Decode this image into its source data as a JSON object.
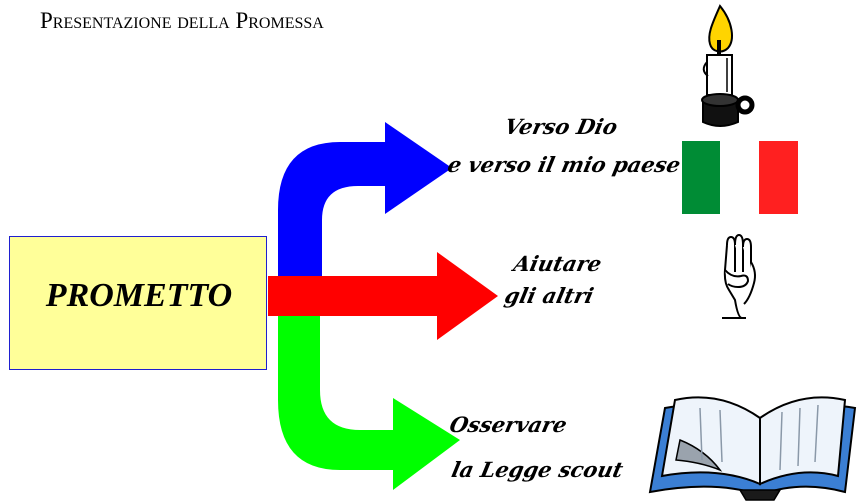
{
  "title": {
    "first_cap": "P",
    "rest": "resentazione della ",
    "second_cap": "P",
    "rest2": "romessa"
  },
  "promise": {
    "text": "PROMETTO"
  },
  "branches": [
    {
      "line1": "Verso Dio",
      "line2": "e verso il mio paese",
      "color": "#0000ff",
      "icons": [
        "candle-icon",
        "italian-flag-icon"
      ]
    },
    {
      "line1": "Aiutare",
      "line2": "gli altri",
      "color": "#ff0000",
      "icons": [
        "scout-salute-hand-icon"
      ]
    },
    {
      "line1": "Osservare",
      "line2": "la Legge scout",
      "color": "#00ff00",
      "icons": [
        "open-book-icon"
      ]
    }
  ],
  "colors": {
    "box_fill": "#ffff99",
    "box_border": "#1f1fcf",
    "flag_green": "#008c35",
    "flag_red": "#ff2020"
  }
}
